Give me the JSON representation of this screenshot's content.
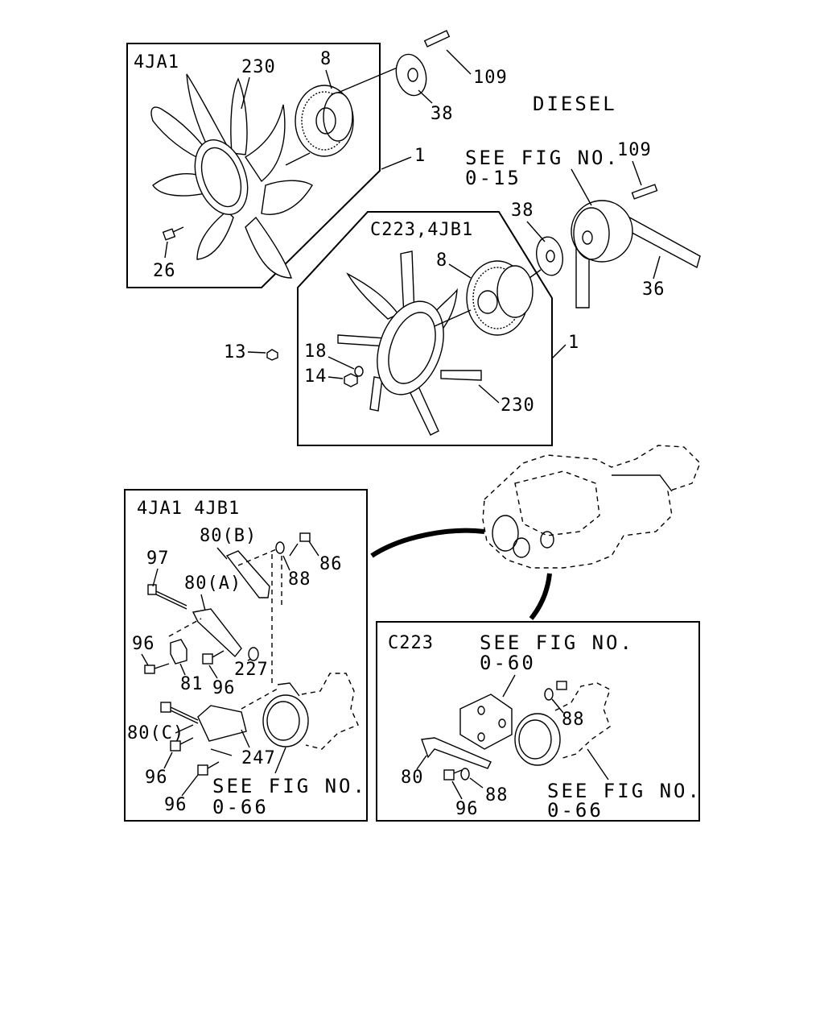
{
  "diagram": {
    "heading": "DIESEL",
    "see_fig_015": {
      "line1": "SEE FIG NO.",
      "line2": "0-15"
    },
    "panel_4ja1": {
      "title": "4JA1",
      "callouts": {
        "fan": "230",
        "clutch": "8",
        "spacer": "38",
        "stud": "109",
        "assembly": "1",
        "bolt": "26"
      }
    },
    "panel_c223_4jb1": {
      "title": "C223,4JB1",
      "callouts": {
        "clutch": "8",
        "assembly": "1",
        "fan": "230",
        "washer": "18",
        "nut": "14"
      }
    },
    "pulley_group": {
      "stud": "109",
      "spacer": "38",
      "belt": "36"
    },
    "loose_nut": "13",
    "panel_4ja1_4jb1": {
      "title": "4JA1 4JB1",
      "callouts": {
        "bracket_b": "80(B)",
        "bolt_86": "86",
        "washer_88": "88",
        "bolt_97": "97",
        "bracket_a": "80(A)",
        "bolt_96_a": "96",
        "block_81": "81",
        "bolt_96_b": "96",
        "nut_227": "227",
        "bracket_c": "80(C)",
        "bolt_96_c": "96",
        "bolt_96_d": "96",
        "bracket_247": "247"
      },
      "see_fig": {
        "line1": "SEE FIG NO.",
        "line2": "0-66"
      }
    },
    "panel_c223": {
      "title": "C223",
      "see_fig_top": {
        "line1": "SEE FIG NO.",
        "line2": "0-60"
      },
      "callouts": {
        "washer_top": "88",
        "bracket": "80",
        "bolt": "96",
        "washer_bottom": "88"
      },
      "see_fig_bottom": {
        "line1": "SEE FIG NO.",
        "line2": "0-66"
      }
    }
  }
}
